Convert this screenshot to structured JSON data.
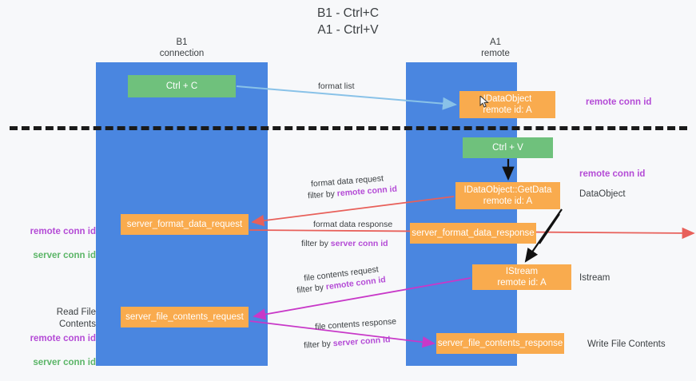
{
  "title": "B1 - Ctrl+C\nA1 - Ctrl+V",
  "lanes": [
    {
      "name": "b1",
      "header": "B1\nconnection"
    },
    {
      "name": "a1",
      "header": "A1\nremote"
    }
  ],
  "colors": {
    "lane": "#4a86e0",
    "green_node": "#6fc17c",
    "orange_node": "#f9ab4e",
    "purple_label": "#b44bd6",
    "green_label": "#5bb567",
    "separator": "#1a1a1a",
    "arrow_blue": "#89c2e8",
    "arrow_red": "#e8605a",
    "arrow_magenta": "#c838c8",
    "arrow_black": "#111111"
  },
  "nodes": {
    "ctrl_c": "Ctrl + C",
    "idataobject": "IDataObject\nremote id: A",
    "ctrl_v": "Ctrl + V",
    "getdata": "IDataObject::GetData\nremote id: A",
    "server_format_data_request": "server_format_data_request",
    "server_format_data_response": "server_format_data_response",
    "istream": "IStream\nremote id: A",
    "server_file_contents_request": "server_file_contents_request",
    "server_file_contents_response": "server_file_contents_response"
  },
  "edge_labels": {
    "format_list": "format list",
    "format_data_request": "format data request",
    "filter_by": "filter by ",
    "remote_conn_id": "remote conn id",
    "server_conn_id": "server conn id",
    "format_data_response": "format data response",
    "file_contents_request": "file contents request",
    "file_contents_response": "file contents response"
  },
  "side_labels": {
    "remote_conn_id_top": "remote conn id",
    "remote_conn_id_mid": "remote conn id",
    "dataobject": "DataObject",
    "istream": "Istream",
    "write_file_contents": "Write File Contents",
    "read_file_contents": "Read File Contents",
    "left_remote_conn_id": "remote conn id",
    "left_server_conn_id": "server conn id",
    "left_remote_conn_id_2": "remote conn id",
    "left_server_conn_id_2": "server conn id"
  }
}
